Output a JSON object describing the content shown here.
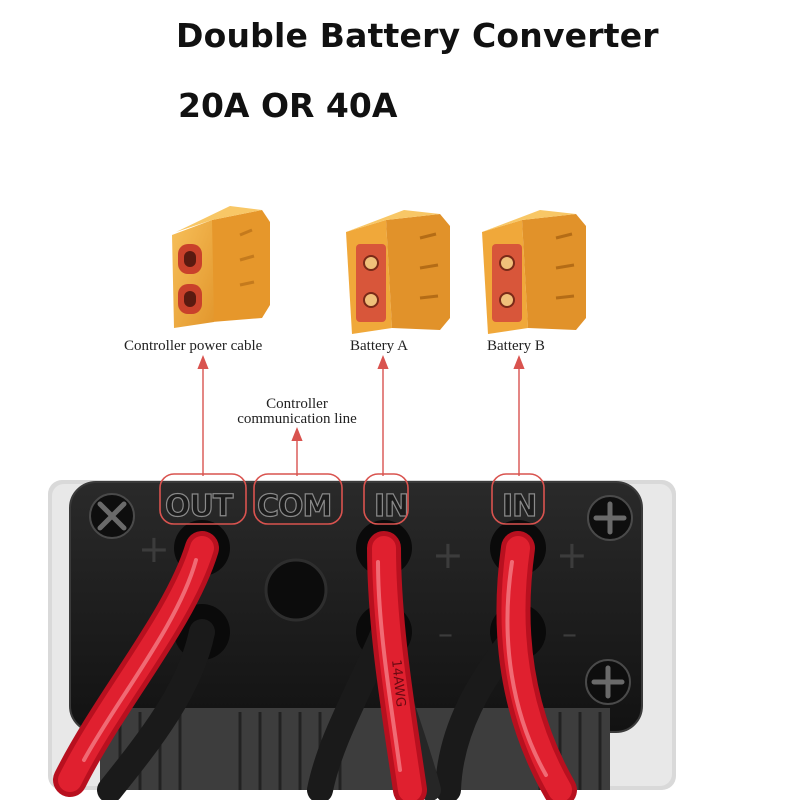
{
  "title": "Double Battery Converter",
  "subtitle": "20A OR 40A",
  "connectors": {
    "controller_power": {
      "label": "Controller power cable"
    },
    "battery_a": {
      "label": "Battery A"
    },
    "battery_b": {
      "label": "Battery B"
    }
  },
  "com_line": {
    "label_line1": "Controller",
    "label_line2": "communication line"
  },
  "ports": {
    "out": "OUT",
    "com": "COM",
    "in_a": "IN",
    "in_b": "IN",
    "plus": "+",
    "minus": "–"
  },
  "cable_print": "14AWG",
  "colors": {
    "connector": "#f2ab3c",
    "connector_dark": "#d98a1f",
    "pin": "#d4553a",
    "annotation": "#d9534f",
    "housing": "#1c1c1c",
    "wire_red": "#d8192a",
    "wire_black": "#1a1a1a"
  }
}
